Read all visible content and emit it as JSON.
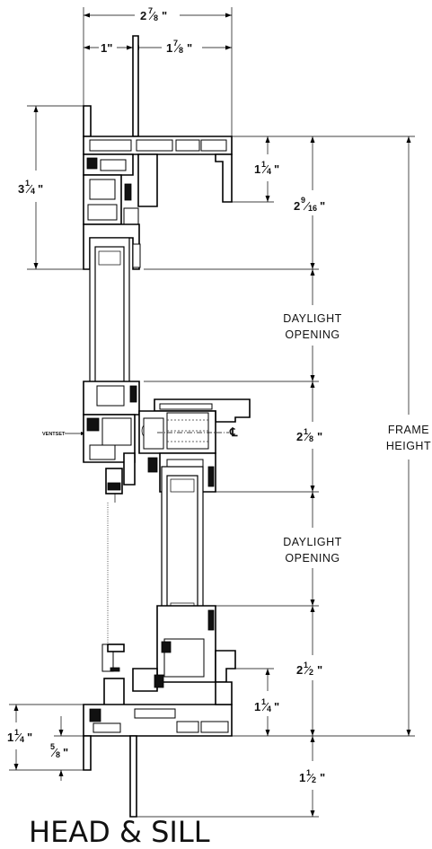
{
  "title": "HEAD & SILL",
  "dims": {
    "overall_width": {
      "whole": "2",
      "num": "7",
      "den": "8",
      "unit": "\""
    },
    "left_width": "1\"",
    "right_width": {
      "whole": "1",
      "num": "7",
      "den": "8",
      "unit": "\""
    },
    "head_left_height": {
      "whole": "3",
      "num": "1",
      "den": "4",
      "unit": "\""
    },
    "head_right_height": {
      "whole": "1",
      "num": "1",
      "den": "4",
      "unit": "\""
    },
    "head_sight": {
      "whole": "2",
      "num": "9",
      "den": "16",
      "unit": "\""
    },
    "meeting_rail": {
      "whole": "2",
      "num": "1",
      "den": "8",
      "unit": "\""
    },
    "sill_sight": {
      "whole": "2",
      "num": "1",
      "den": "2",
      "unit": "\""
    },
    "sill_step": {
      "whole": "1",
      "num": "1",
      "den": "4",
      "unit": "\""
    },
    "sill_left_height": {
      "whole": "1",
      "num": "1",
      "den": "4",
      "unit": "\""
    },
    "sill_left_small": {
      "whole": "",
      "num": "5",
      "den": "8",
      "unit": "\""
    },
    "sill_bottom": {
      "whole": "1",
      "num": "1",
      "den": "2",
      "unit": "\""
    }
  },
  "labels": {
    "daylight_upper": [
      "DAYLIGHT",
      "OPENING"
    ],
    "daylight_lower": [
      "DAYLIGHT",
      "OPENING"
    ],
    "frame_height": [
      "FRAME",
      "HEIGHT"
    ],
    "ventset": "VENTSET",
    "centerline": "℄"
  }
}
